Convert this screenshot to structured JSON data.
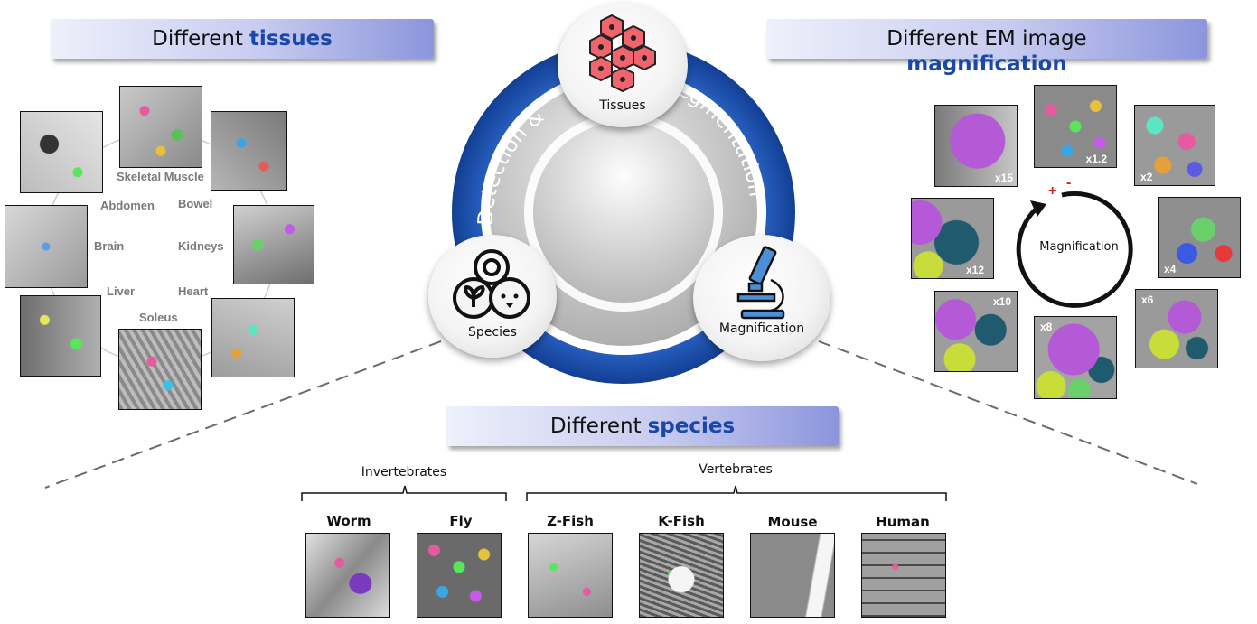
{
  "banners": {
    "tissues": {
      "pre": "Different",
      "hl": "tissues"
    },
    "magnification": {
      "pre": "Different EM image",
      "hl": "magnification"
    },
    "species": {
      "pre": "Different",
      "hl": "species"
    }
  },
  "hub": {
    "arc_left": "Detection &",
    "arc_right": "Segmentation",
    "nodes": {
      "tissues": "Tissues",
      "species": "Species",
      "magnification": "Magnification"
    }
  },
  "tissues": [
    "Skeletal Muscle",
    "Bowel",
    "Kidneys",
    "Heart",
    "Soleus",
    "Liver",
    "Brain",
    "Abdomen"
  ],
  "magnification": {
    "center": "Magnification",
    "plus": "+",
    "minus": "-",
    "levels": [
      "x1.2",
      "x2",
      "x4",
      "x6",
      "x8",
      "x10",
      "x12",
      "x15"
    ]
  },
  "species": {
    "groups": {
      "invertebrates": "Invertebrates",
      "vertebrates": "Vertebrates"
    },
    "items": [
      "Worm",
      "Fly",
      "Z-Fish",
      "K-Fish",
      "Mouse",
      "Human"
    ]
  },
  "colors": {
    "accent_blue": "#1a47a8",
    "ring_blue": "#1c4fa8",
    "tissue_red": "#f0646d",
    "microscope_blue": "#4d8fd6"
  }
}
